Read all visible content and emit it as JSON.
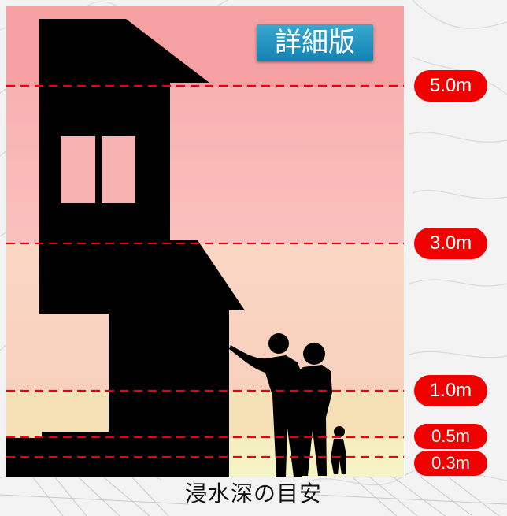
{
  "badge": {
    "text": "詳細版",
    "color": "#1f8fbe"
  },
  "depth_levels": [
    {
      "label": "5.0m"
    },
    {
      "label": "3.0m"
    },
    {
      "label": "1.0m"
    },
    {
      "label": "0.5m"
    },
    {
      "label": "0.3m"
    }
  ],
  "caption": "浸水深の目安",
  "colors": {
    "line": "#e60012",
    "label_bg": "#f10000",
    "silhouette": "#000000",
    "band_top": "#f5a1a2",
    "band_mid": "#fad6c4",
    "band_low": "#f4e0b4",
    "band_bottom": "#f6f5c5"
  },
  "icons": {
    "house": "house-silhouette-icon",
    "people": "people-silhouette-icon"
  }
}
